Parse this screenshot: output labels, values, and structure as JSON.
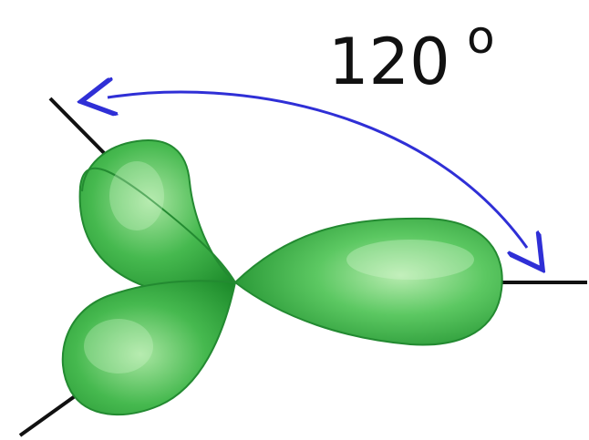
{
  "angle_label": {
    "value": "120",
    "unit": "o"
  },
  "colors": {
    "lobe_dark": "#1f8f2e",
    "lobe_mid": "#3fb54a",
    "lobe_light": "#9fe29a",
    "arrow": "#2f2fd6",
    "axis": "#111111"
  },
  "orbital_lobes": 3
}
